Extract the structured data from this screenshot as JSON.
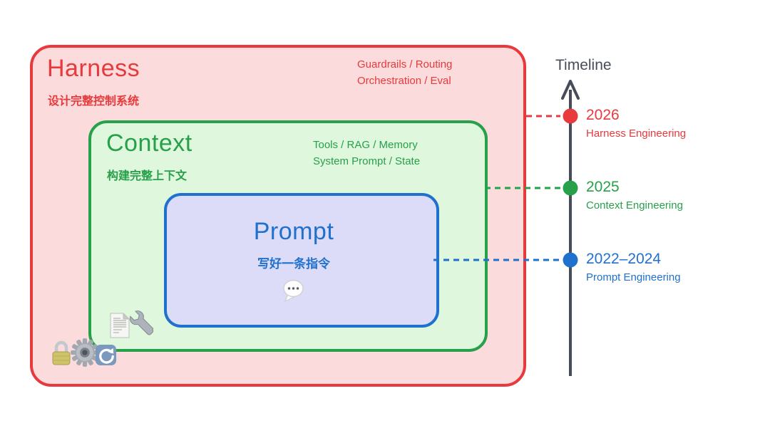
{
  "colors": {
    "red": "#e8393d",
    "pink": "#fbdbdb",
    "green": "#27a04a",
    "green_fill": "#def7dd",
    "blue": "#2071cd",
    "lavender": "#dcdcf8",
    "dark": "#474d58"
  },
  "layers": {
    "harness": {
      "title": "Harness",
      "subtitle": "设计完整控制系统",
      "annotation": {
        "line1": "Guardrails / Routing",
        "line2": "Orchestration / Eval"
      },
      "icons": [
        "lock-icon",
        "gear-icon",
        "refresh-icon"
      ]
    },
    "context": {
      "title": "Context",
      "subtitle": "构建完整上下文",
      "annotation": {
        "line1": "Tools / RAG / Memory",
        "line2": "System Prompt / State"
      },
      "icons": [
        "document-icon",
        "wrench-icon"
      ]
    },
    "prompt": {
      "title": "Prompt",
      "subtitle": "写好一条指令",
      "icons": [
        "speech-balloon-icon"
      ]
    }
  },
  "timeline": {
    "title": "Timeline",
    "items": [
      {
        "year": "2026",
        "label": "Harness Engineering",
        "color": "#e8393d"
      },
      {
        "year": "2025",
        "label": "Context Engineering",
        "color": "#27a04a"
      },
      {
        "year": "2022–2024",
        "label": "Prompt Engineering",
        "color": "#2071cd"
      }
    ]
  }
}
